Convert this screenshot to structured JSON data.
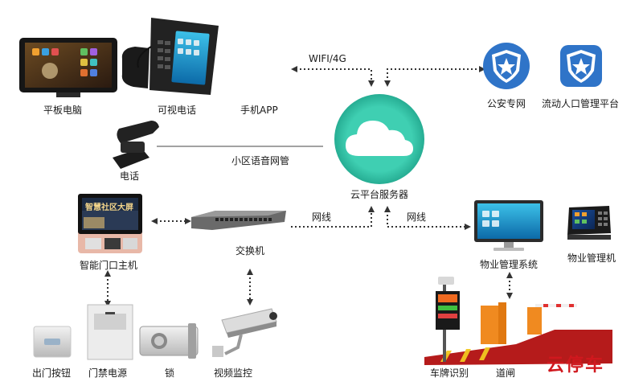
{
  "labels": {
    "tablet": "平板电脑",
    "video_phone": "可视电话",
    "mobile_app": "手机APP",
    "wifi": "WIFI/4G",
    "police_net": "公安专网",
    "population_platform": "流动人口管理平台",
    "phone": "电话",
    "voice_network": "小区语音网管",
    "cloud_server": "云平台服务器",
    "smart_door": "智能门口主机",
    "switch": "交换机",
    "network_cable_left": "网线",
    "network_cable_right": "网线",
    "property_system": "物业管理系统",
    "property_unit": "物业管理机",
    "exit_button": "出门按钮",
    "access_power": "门禁电源",
    "lock": "锁",
    "video_monitor": "视频监控",
    "plate_recognition": "车牌识别",
    "barrier_gate": "道闸",
    "cloud_parking": "云停车"
  },
  "screen_texts": {
    "door_screen": "智慧社区大屏"
  },
  "colors": {
    "cloud_ring": "#33c3a8",
    "police_badge": "#2f74c8",
    "brand_red": "#d0181e",
    "gate_orange": "#f08a20"
  }
}
